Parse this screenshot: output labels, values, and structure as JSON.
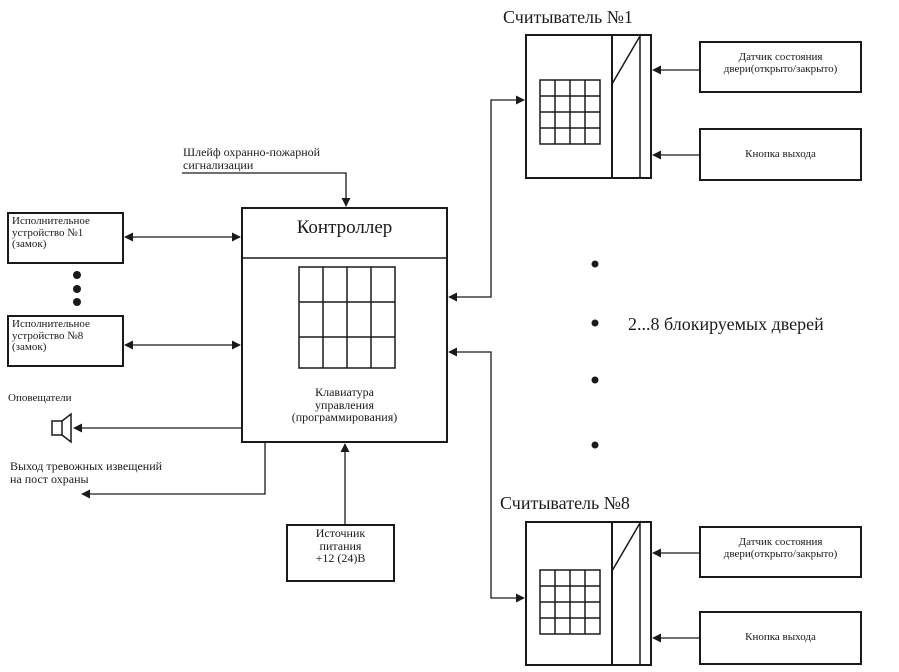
{
  "loop_label": [
    "Шлейф охранно-пожарной",
    "сигнализации"
  ],
  "controller": {
    "title": "Контроллер",
    "keypad_label": [
      "Клавиатура",
      "управления",
      "(программирования)"
    ]
  },
  "actuator_1": [
    "Исполнительное",
    "устройство №1",
    "(замок)"
  ],
  "actuator_8": [
    "Исполнительное",
    "устройство №8",
    "(замок)"
  ],
  "sirens_label": "Оповещатели",
  "alarm_output": [
    "Выход тревожных извещений",
    "на пост охраны"
  ],
  "power_supply": [
    "Источник",
    "питания",
    "+12 (24)В"
  ],
  "reader_1": {
    "title": "Считыватель №1",
    "door_sensor": [
      "Датчик состояния",
      "двери(открыто/закрыто)"
    ],
    "exit_button": "Кнопка выхода"
  },
  "reader_8": {
    "title": "Считыватель №8",
    "door_sensor": [
      "Датчик состояния",
      "двери(открыто/закрыто)"
    ],
    "exit_button": "Кнопка выхода"
  },
  "doors_label": "2...8  блокируемых дверей"
}
